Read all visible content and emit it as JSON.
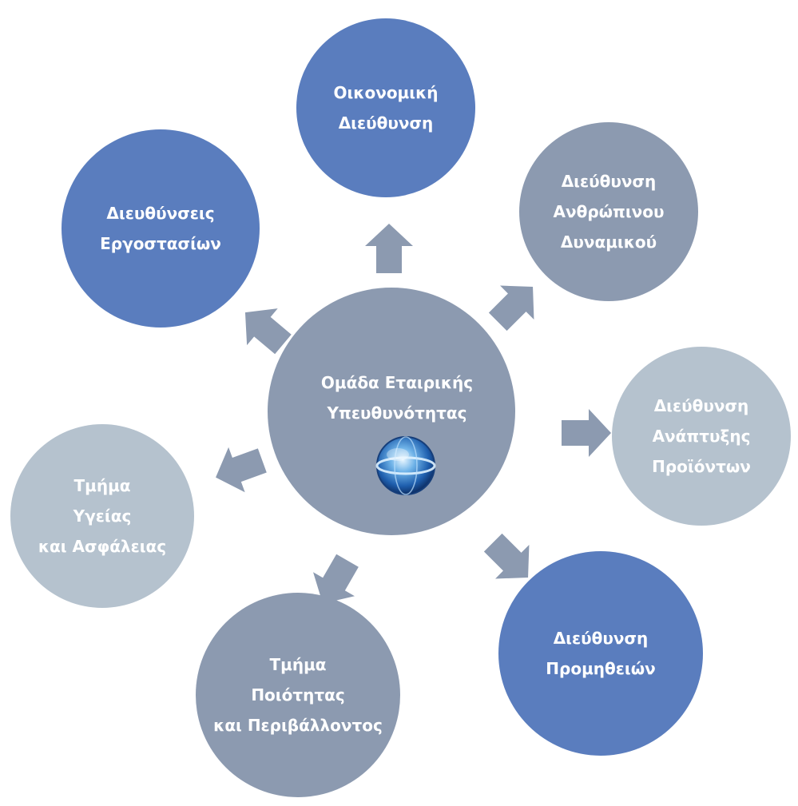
{
  "center": {
    "lines": [
      "Ομάδα Εταιρικής",
      "Υπευθυνότητας"
    ],
    "color": "#8c9ab0",
    "icon": "globe-icon"
  },
  "colors": {
    "dark_blue": "#5a7dbe",
    "mid_grey_blue": "#8c9ab0",
    "light_grey_blue": "#b5c2ce",
    "arrow": "#8c9ab0",
    "text": "#ffffff"
  },
  "nodes": [
    {
      "id": "economic",
      "lines": [
        "Οικονομική",
        "Διεύθυνση"
      ],
      "color": "#5a7dbe"
    },
    {
      "id": "hr",
      "lines": [
        "Διεύθυνση",
        "Ανθρώπινου",
        "Δυναμικού"
      ],
      "color": "#8c9ab0"
    },
    {
      "id": "product-dev",
      "lines": [
        "Διεύθυνση",
        "Ανάπτυξης",
        "Προϊόντων"
      ],
      "color": "#b5c2ce"
    },
    {
      "id": "procurement",
      "lines": [
        "Διεύθυνση",
        "Προμηθειών"
      ],
      "color": "#5a7dbe"
    },
    {
      "id": "quality-env",
      "lines": [
        "Τμήμα",
        "Ποιότητας",
        "και Περιβάλλοντος"
      ],
      "color": "#8c9ab0"
    },
    {
      "id": "health-safety",
      "lines": [
        "Τμήμα",
        "Υγείας",
        "και Ασφάλειας"
      ],
      "color": "#b5c2ce"
    },
    {
      "id": "factories",
      "lines": [
        "Διευθύνσεις",
        "Εργοστασίων"
      ],
      "color": "#5a7dbe"
    }
  ]
}
